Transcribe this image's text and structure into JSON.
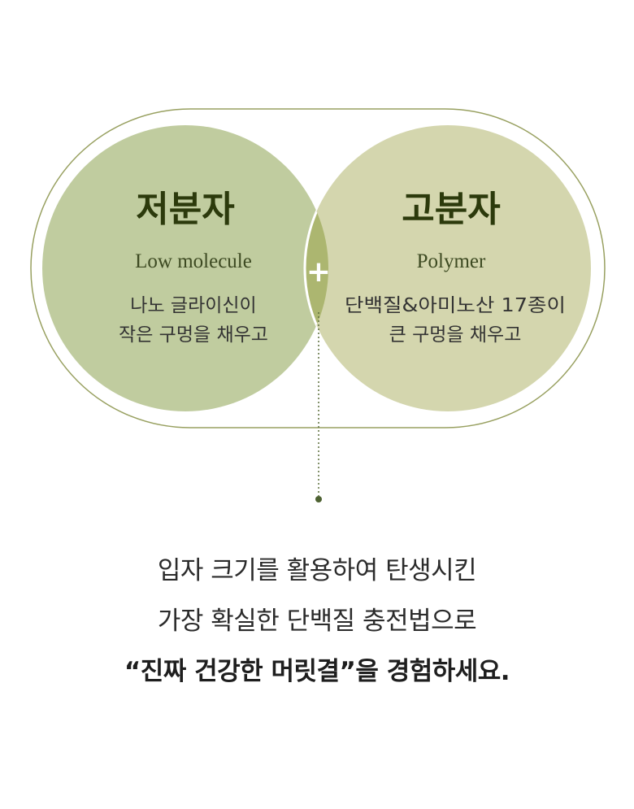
{
  "left_circle": {
    "title": "저분자",
    "subtitle": "Low molecule",
    "line1": "나노 글라이신이",
    "line2": "작은 구멍을 채우고",
    "color": "#c0cc9f"
  },
  "right_circle": {
    "title": "고분자",
    "subtitle": "Polymer",
    "line1": "단백질&아미노산 17종이",
    "line2": "큰 구멍을 채우고",
    "color": "#d4d6ae"
  },
  "overlap": {
    "symbol": "+",
    "color": "#acb670"
  },
  "colors": {
    "outline": "#98a060",
    "title": "#2c3a0c",
    "connector": "#5b6e3c"
  },
  "caption": {
    "line1": "입자 크기를 활용하여 탄생시킨",
    "line2": "가장 확실한 단백질 충전법으로",
    "line3": "“진짜 건강한 머릿결”을 경험하세요."
  }
}
